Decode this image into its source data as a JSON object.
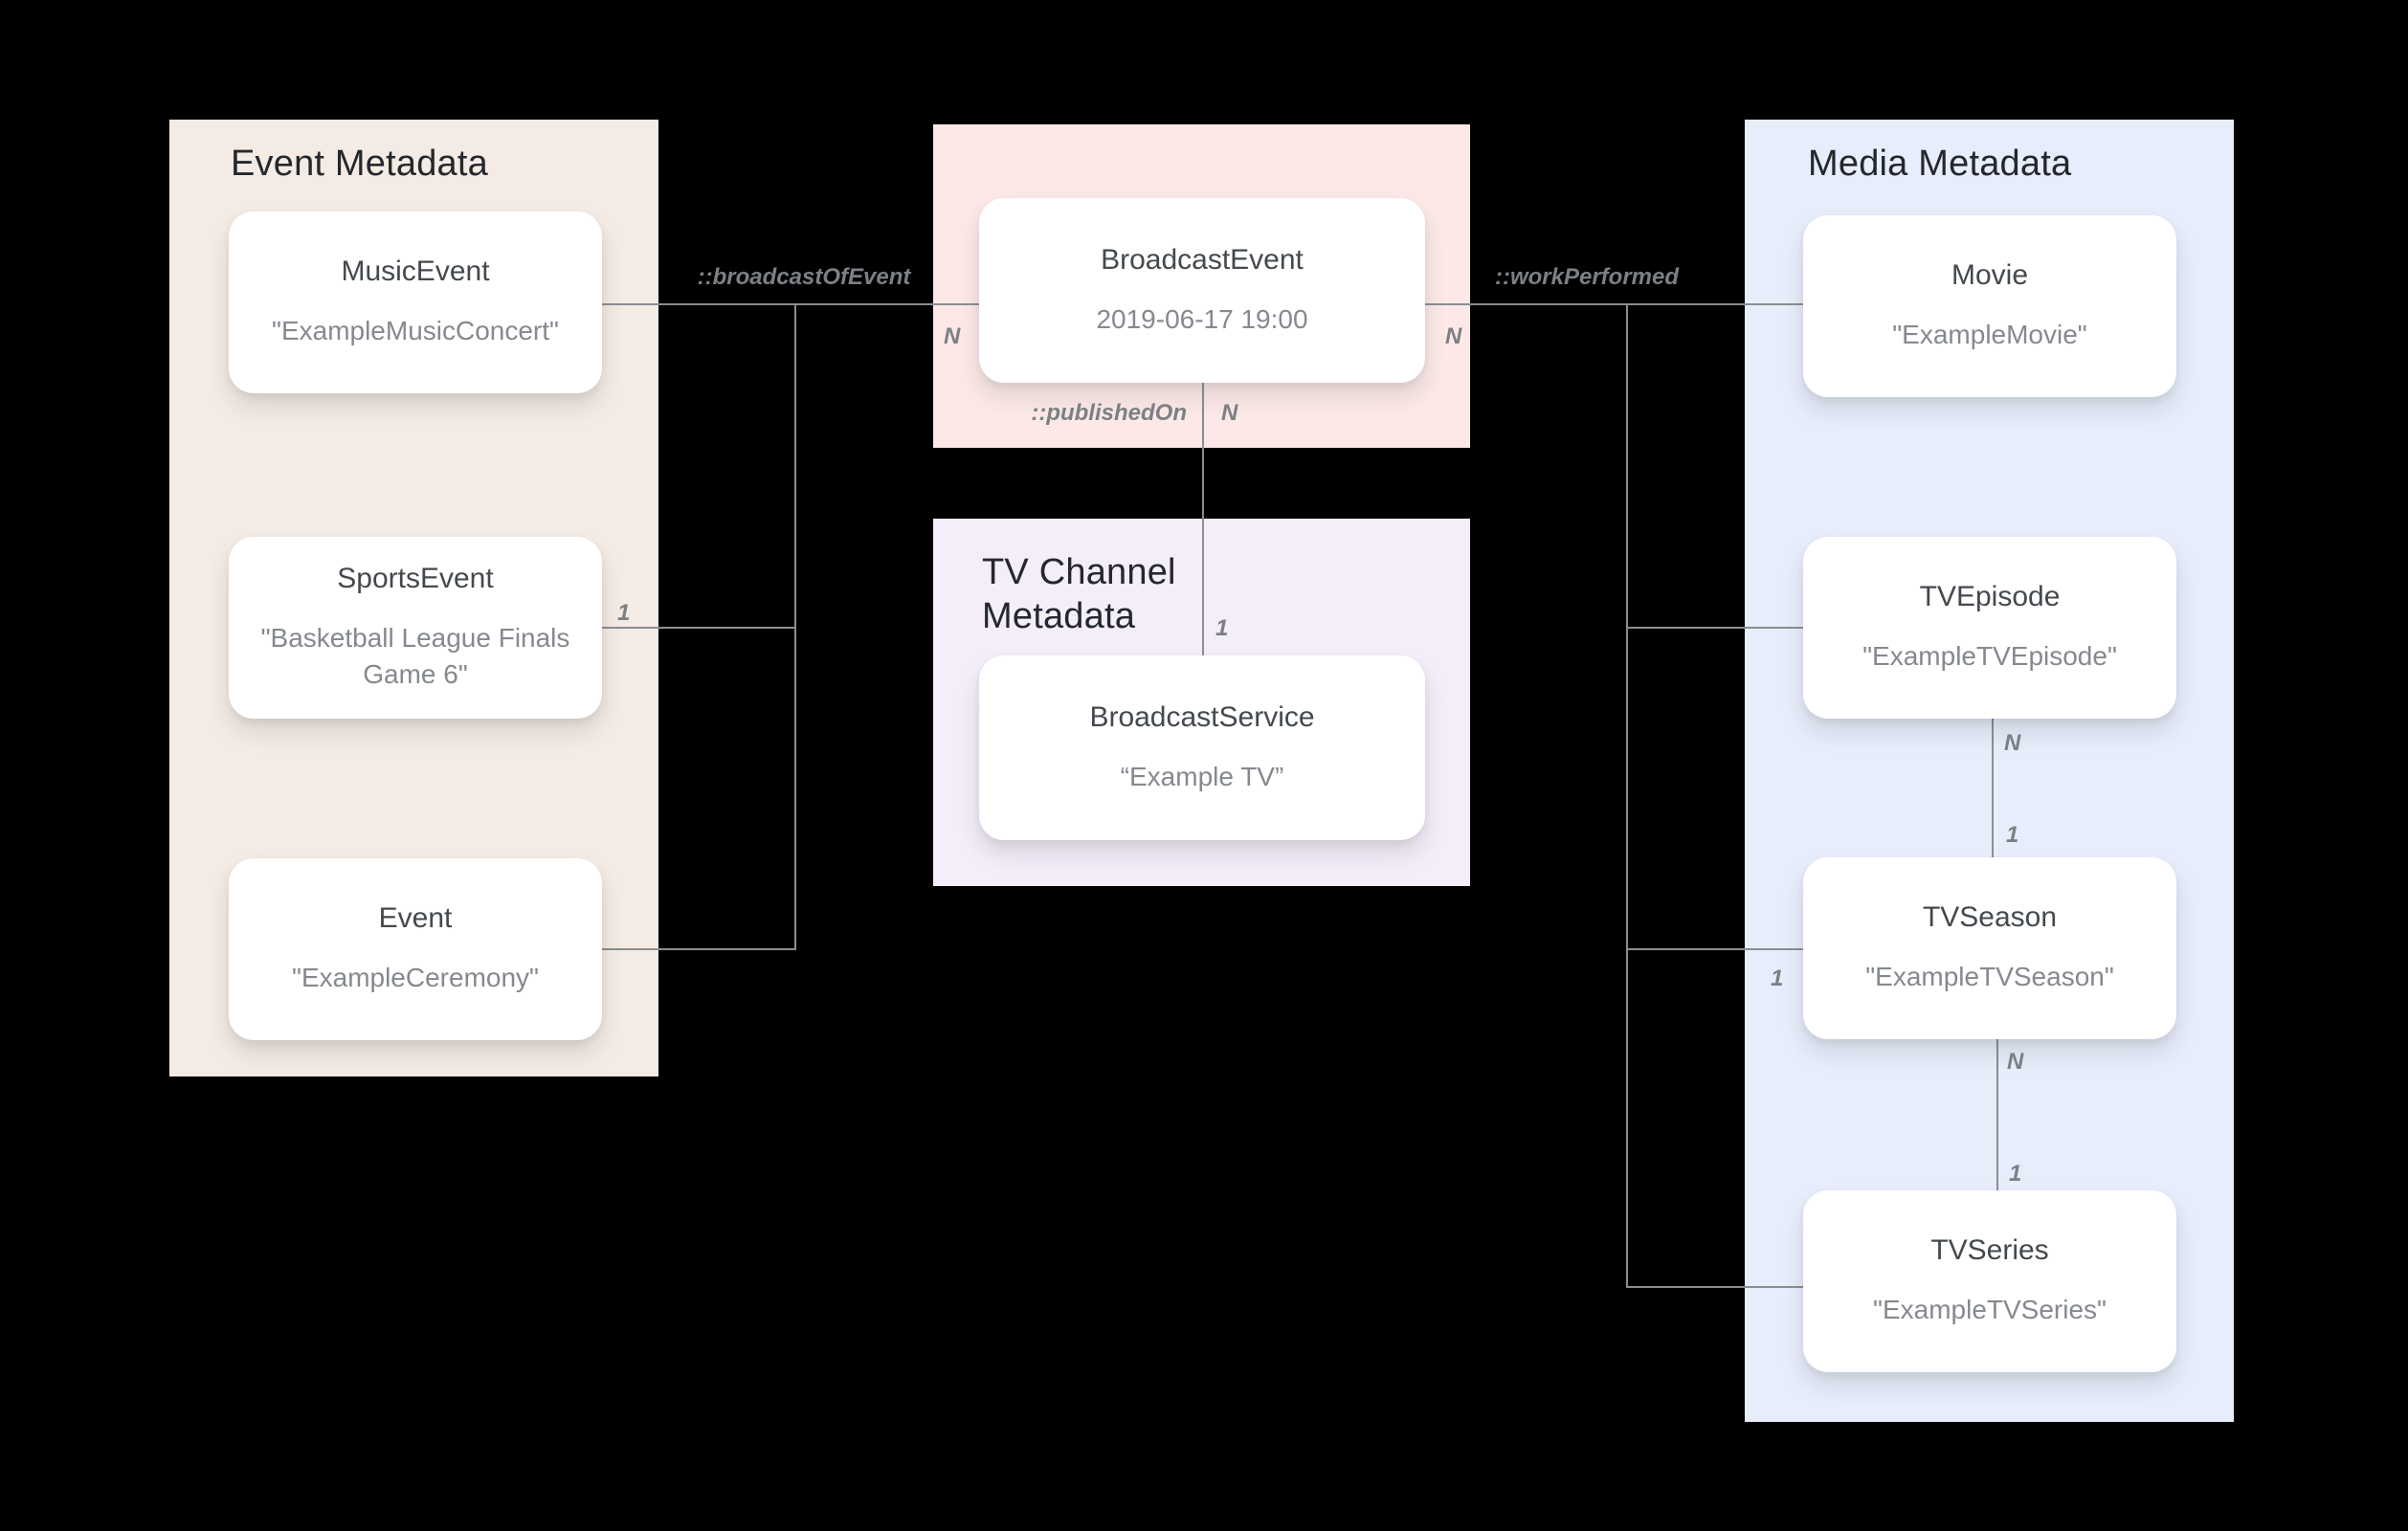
{
  "diagram": {
    "panels": {
      "event_metadata": {
        "title": "Event Metadata"
      },
      "tv_channel_metadata": {
        "title": "TV Channel Metadata"
      },
      "media_metadata": {
        "title": "Media Metadata"
      }
    },
    "entities": {
      "music_event": {
        "name": "MusicEvent",
        "example": "\"ExampleMusicConcert\""
      },
      "sports_event": {
        "name": "SportsEvent",
        "example": "\"Basketball League Finals Game 6\""
      },
      "event": {
        "name": "Event",
        "example": "\"ExampleCeremony\""
      },
      "broadcast_event": {
        "name": "BroadcastEvent",
        "example": "2019-06-17 19:00"
      },
      "broadcast_service": {
        "name": "BroadcastService",
        "example": "“Example TV”"
      },
      "movie": {
        "name": "Movie",
        "example": "\"ExampleMovie\""
      },
      "tv_episode": {
        "name": "TVEpisode",
        "example": "\"ExampleTVEpisode\""
      },
      "tv_season": {
        "name": "TVSeason",
        "example": "\"ExampleTVSeason\""
      },
      "tv_series": {
        "name": "TVSeries",
        "example": "\"ExampleTVSeries\""
      }
    },
    "relationships": {
      "broadcast_of_event": "::broadcastOfEvent",
      "work_performed": "::workPerformed",
      "published_on": "::publishedOn"
    },
    "cardinalities": {
      "broadcast_of_event_n": "N",
      "sports_event_1": "1",
      "work_performed_n": "N",
      "published_on_n": "N",
      "published_on_1": "1",
      "tv_season_1": "1",
      "episode_to_season_n": "N",
      "episode_to_season_1": "1",
      "season_to_series_n": "N",
      "season_to_series_1": "1"
    },
    "colors": {
      "background": "#000000",
      "event_panel": "#F4EBE4",
      "broadcast_panel": "#FCE9E7",
      "tv_channel_panel": "#F4EDFA",
      "media_panel": "#E8EDFB",
      "card": "#FFFFFF",
      "connector_line": "#8A8E92",
      "panel_title_text": "#24282D",
      "entity_name_text": "#44494E",
      "entity_example_text": "#85898F",
      "edge_label_text": "#7B8085"
    }
  }
}
